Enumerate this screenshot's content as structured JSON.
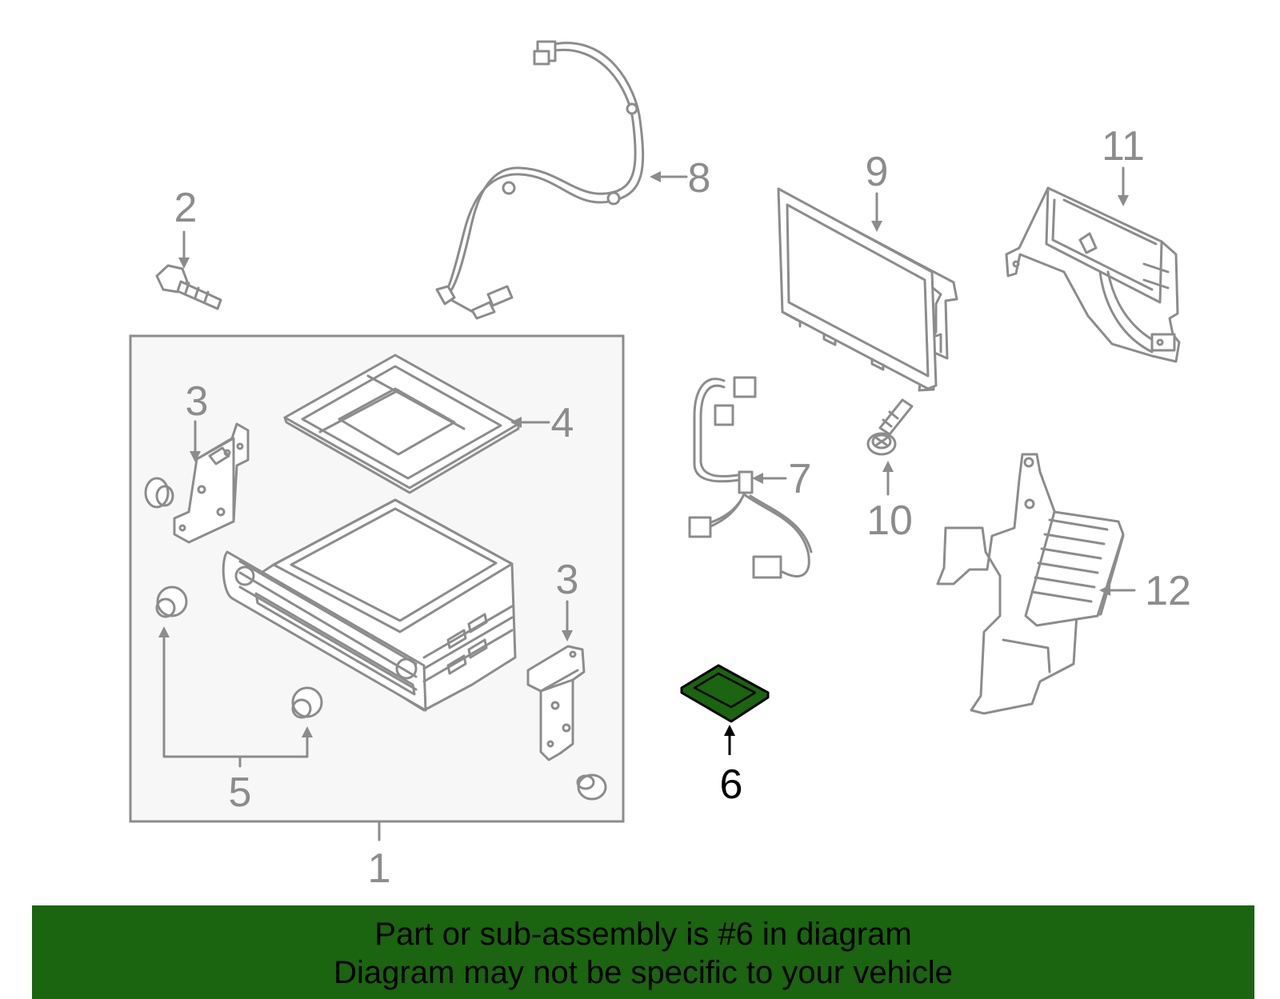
{
  "colors": {
    "line": "#8c8c8c",
    "highlight_fill": "#1b6410",
    "banner": "#1b6410",
    "box_fill": "#f7f7f7"
  },
  "callouts": {
    "c1": "1",
    "c2": "2",
    "c3a": "3",
    "c3b": "3",
    "c4": "4",
    "c5": "5",
    "c6": "6",
    "c7": "7",
    "c8": "8",
    "c9": "9",
    "c10": "10",
    "c11": "11",
    "c12": "12"
  },
  "highlighted_part": "6",
  "banner": {
    "line1": "Part or sub-assembly is #6 in diagram",
    "line2": "Diagram may not be specific to your vehicle"
  }
}
